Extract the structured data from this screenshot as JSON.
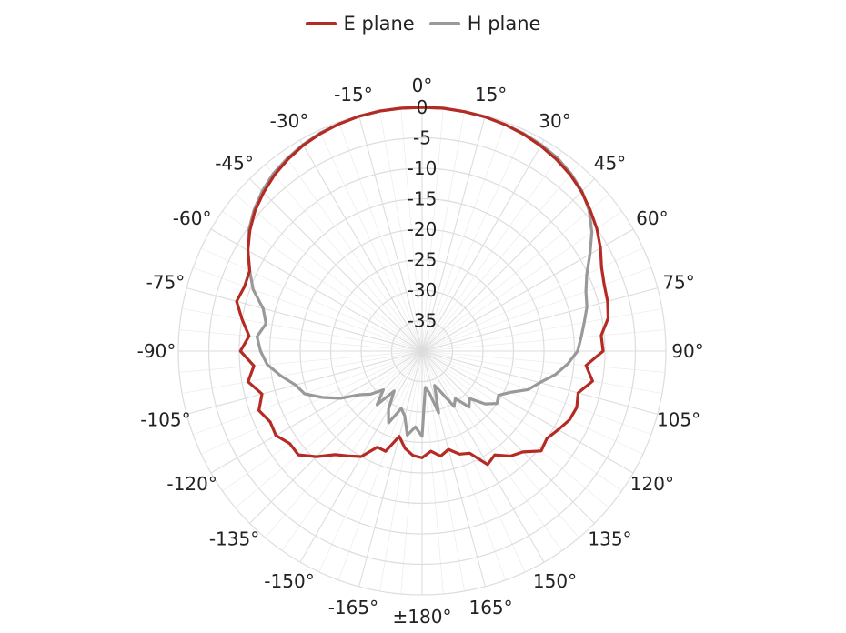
{
  "colors": {
    "e_plane": "#b52a23",
    "h_plane": "#999999",
    "grid": "#dddddd",
    "text": "#222222"
  },
  "chart_data": {
    "type": "polar-line",
    "title": "",
    "angular_unit": "degrees",
    "angle_labels": [
      "0°",
      "15°",
      "30°",
      "45°",
      "60°",
      "75°",
      "90°",
      "105°",
      "120°",
      "135°",
      "150°",
      "165°",
      "±180°",
      "-165°",
      "-150°",
      "-135°",
      "-120°",
      "-105°",
      "-90°",
      "-75°",
      "-60°",
      "-45°",
      "-30°",
      "-15°"
    ],
    "radial_axis": {
      "min": -40,
      "max": 0,
      "ticks": [
        0,
        -5,
        -10,
        -15,
        -20,
        -25,
        -30,
        -35
      ],
      "tick_labels": [
        "0",
        "-5",
        "-10",
        "-15",
        "-20",
        "-25",
        "-30",
        "-35"
      ]
    },
    "legend": {
      "position": "top-center"
    },
    "series": [
      {
        "name": "E plane",
        "points": [
          [
            -180,
            -22.5
          ],
          [
            -175,
            -22.8
          ],
          [
            -170,
            -23.8
          ],
          [
            -165,
            -25.5
          ],
          [
            -160,
            -22.5
          ],
          [
            -155,
            -22.6
          ],
          [
            -150,
            -20.0
          ],
          [
            -145,
            -19.0
          ],
          [
            -140,
            -17.8
          ],
          [
            -135,
            -15.5
          ],
          [
            -130,
            -13.5
          ],
          [
            -125,
            -13.5
          ],
          [
            -120,
            -12.3
          ],
          [
            -115,
            -12.5
          ],
          [
            -110,
            -11.5
          ],
          [
            -105,
            -12.8
          ],
          [
            -100,
            -11.0
          ],
          [
            -95,
            -12.3
          ],
          [
            -90,
            -10.2
          ],
          [
            -85,
            -11.5
          ],
          [
            -80,
            -10.0
          ],
          [
            -75,
            -8.5
          ],
          [
            -70,
            -9.0
          ],
          [
            -65,
            -8.8
          ],
          [
            -60,
            -7.0
          ],
          [
            -55,
            -5.5
          ],
          [
            -50,
            -4.2
          ],
          [
            -45,
            -3.2
          ],
          [
            -40,
            -2.3
          ],
          [
            -35,
            -1.6
          ],
          [
            -30,
            -1.0
          ],
          [
            -25,
            -0.6
          ],
          [
            -20,
            -0.3
          ],
          [
            -15,
            -0.1
          ],
          [
            -10,
            0.0
          ],
          [
            -5,
            0.0
          ],
          [
            0,
            0.0
          ],
          [
            5,
            0.0
          ],
          [
            10,
            -0.1
          ],
          [
            15,
            -0.2
          ],
          [
            20,
            -0.4
          ],
          [
            25,
            -0.7
          ],
          [
            30,
            -1.1
          ],
          [
            35,
            -1.6
          ],
          [
            40,
            -2.2
          ],
          [
            45,
            -3.0
          ],
          [
            50,
            -4.0
          ],
          [
            55,
            -5.0
          ],
          [
            60,
            -6.2
          ],
          [
            65,
            -7.5
          ],
          [
            70,
            -8.2
          ],
          [
            75,
            -8.5
          ],
          [
            80,
            -9.0
          ],
          [
            85,
            -10.5
          ],
          [
            90,
            -10.3
          ],
          [
            95,
            -13.0
          ],
          [
            100,
            -11.6
          ],
          [
            105,
            -13.5
          ],
          [
            110,
            -13.0
          ],
          [
            115,
            -13.3
          ],
          [
            120,
            -14.2
          ],
          [
            125,
            -15.0
          ],
          [
            130,
            -14.5
          ],
          [
            135,
            -16.6
          ],
          [
            140,
            -17.5
          ],
          [
            145,
            -19.2
          ],
          [
            150,
            -18.5
          ],
          [
            155,
            -21.5
          ],
          [
            160,
            -22.0
          ],
          [
            165,
            -23.3
          ],
          [
            170,
            -22.5
          ],
          [
            175,
            -23.5
          ]
        ]
      },
      {
        "name": "H plane",
        "points": [
          [
            -180,
            -26.0
          ],
          [
            -175,
            -27.5
          ],
          [
            -170,
            -26.0
          ],
          [
            -165,
            -29.0
          ],
          [
            -160,
            -30.0
          ],
          [
            -155,
            -27.0
          ],
          [
            -150,
            -29.0
          ],
          [
            -145,
            -32.0
          ],
          [
            -140,
            -28.5
          ],
          [
            -135,
            -31.0
          ],
          [
            -130,
            -29.0
          ],
          [
            -125,
            -27.5
          ],
          [
            -120,
            -24.5
          ],
          [
            -115,
            -22.0
          ],
          [
            -110,
            -19.5
          ],
          [
            -105,
            -18.5
          ],
          [
            -100,
            -16.5
          ],
          [
            -95,
            -14.5
          ],
          [
            -90,
            -13.5
          ],
          [
            -85,
            -12.8
          ],
          [
            -80,
            -14.0
          ],
          [
            -75,
            -13.0
          ],
          [
            -70,
            -10.5
          ],
          [
            -65,
            -8.8
          ],
          [
            -60,
            -7.0
          ],
          [
            -55,
            -5.3
          ],
          [
            -50,
            -4.0
          ],
          [
            -45,
            -2.9
          ],
          [
            -40,
            -2.0
          ],
          [
            -35,
            -1.4
          ],
          [
            -30,
            -0.9
          ],
          [
            -25,
            -0.5
          ],
          [
            -20,
            -0.3
          ],
          [
            -15,
            -0.1
          ],
          [
            -10,
            0.0
          ],
          [
            -5,
            0.0
          ],
          [
            0,
            0.0
          ],
          [
            5,
            0.0
          ],
          [
            10,
            -0.1
          ],
          [
            15,
            -0.2
          ],
          [
            20,
            -0.4
          ],
          [
            25,
            -0.6
          ],
          [
            30,
            -0.9
          ],
          [
            35,
            -1.3
          ],
          [
            40,
            -2.0
          ],
          [
            45,
            -2.9
          ],
          [
            50,
            -4.2
          ],
          [
            55,
            -6.0
          ],
          [
            60,
            -8.2
          ],
          [
            65,
            -10.2
          ],
          [
            70,
            -11.4
          ],
          [
            75,
            -12.0
          ],
          [
            80,
            -13.0
          ],
          [
            85,
            -13.8
          ],
          [
            90,
            -14.5
          ],
          [
            95,
            -16.0
          ],
          [
            100,
            -17.8
          ],
          [
            105,
            -20.0
          ],
          [
            110,
            -21.5
          ],
          [
            115,
            -24.0
          ],
          [
            120,
            -25.5
          ],
          [
            125,
            -25.0
          ],
          [
            130,
            -26.5
          ],
          [
            135,
            -29.0
          ],
          [
            140,
            -28.0
          ],
          [
            145,
            -30.5
          ],
          [
            150,
            -29.5
          ],
          [
            155,
            -32.5
          ],
          [
            160,
            -34.0
          ],
          [
            165,
            -29.5
          ],
          [
            170,
            -33.0
          ],
          [
            175,
            -34.0
          ]
        ]
      }
    ]
  }
}
